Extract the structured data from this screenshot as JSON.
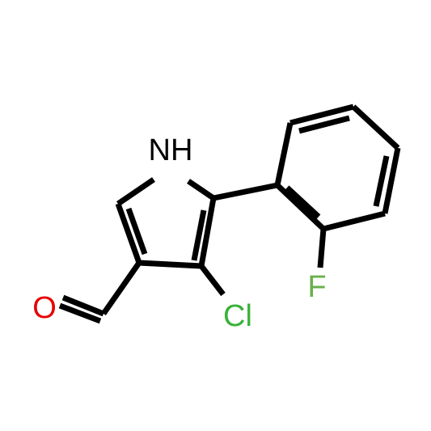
{
  "molecule": {
    "atoms": [
      {
        "id": "N",
        "label": "NH",
        "color": "#000000"
      },
      {
        "id": "O",
        "label": "O",
        "color": "#e60000"
      },
      {
        "id": "Cl",
        "label": "Cl",
        "color": "#3ab23a"
      },
      {
        "id": "F",
        "label": "F",
        "color": "#6ab04c"
      }
    ],
    "bond_color": "#000000"
  }
}
